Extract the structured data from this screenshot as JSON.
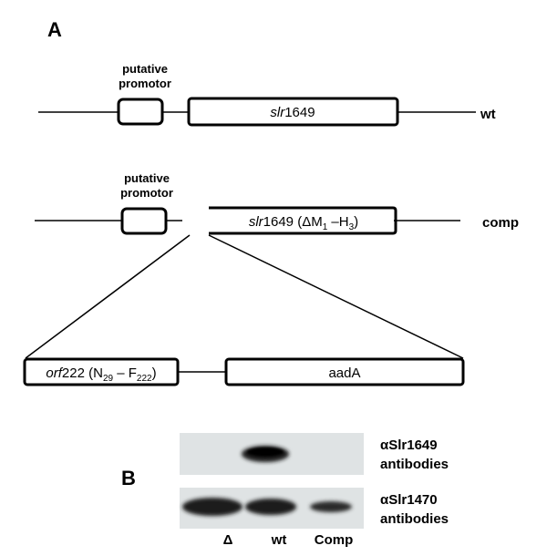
{
  "panels": {
    "a": "A",
    "b": "B"
  },
  "wt_construct": {
    "promoter_label_line1": "putative",
    "promoter_label_line2": "promotor",
    "gene_italic": "slr",
    "gene_number": "1649",
    "strain_label": "wt"
  },
  "comp_construct": {
    "promoter_label_line1": "putative",
    "promoter_label_line2": "promotor",
    "gene_italic": "slr",
    "gene_text": "1649 (ΔM",
    "gene_sub1": "1",
    "gene_mid": " –H",
    "gene_sub2": "3",
    "gene_close": ")",
    "strain_label": "comp"
  },
  "insert": {
    "orf_italic": "orf",
    "orf_text": "222 (N",
    "orf_sub1": "29",
    "orf_mid": " – F",
    "orf_sub2": "222",
    "orf_close": ")",
    "marker": "aadA"
  },
  "western_blot": {
    "antibody1_line1": "αSlr1649",
    "antibody1_line2": "antibodies",
    "antibody2_line1": "αSlr1470",
    "antibody2_line2": "antibodies",
    "lanes": [
      "Δ",
      "wt",
      "Comp"
    ]
  },
  "colors": {
    "line": "#000000",
    "blot_bg": "#dfe3e4",
    "band": "#1c1c1c"
  }
}
